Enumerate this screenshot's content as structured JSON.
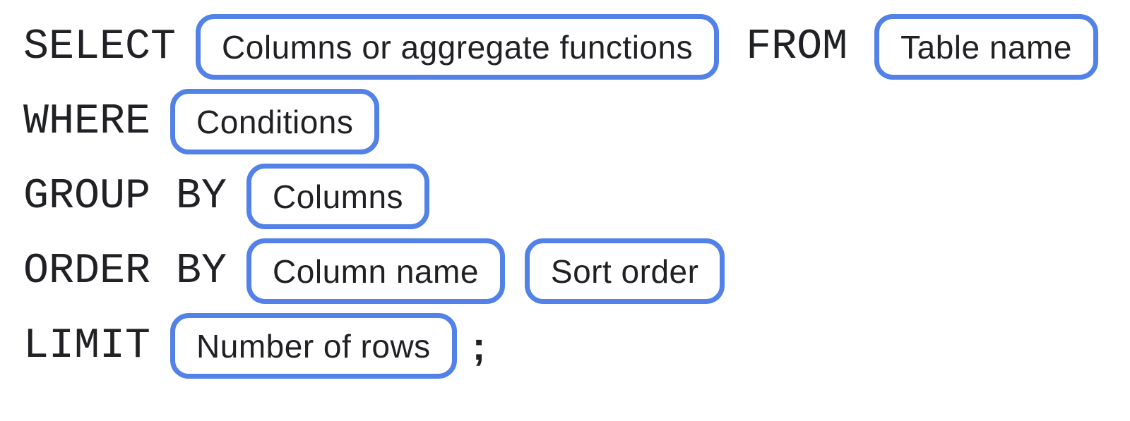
{
  "colors": {
    "box_border": "#5282e7",
    "text": "#202124",
    "background": "#ffffff"
  },
  "diagram": {
    "rows": [
      {
        "segments": [
          {
            "type": "keyword",
            "text": "SELECT"
          },
          {
            "type": "box",
            "text": "Columns or aggregate functions"
          },
          {
            "type": "keyword",
            "text": "FROM"
          },
          {
            "type": "box",
            "text": "Table name"
          }
        ]
      },
      {
        "segments": [
          {
            "type": "keyword",
            "text": "WHERE"
          },
          {
            "type": "box",
            "text": "Conditions"
          }
        ]
      },
      {
        "segments": [
          {
            "type": "keyword",
            "text": "GROUP BY"
          },
          {
            "type": "box",
            "text": "Columns"
          }
        ]
      },
      {
        "segments": [
          {
            "type": "keyword",
            "text": "ORDER BY"
          },
          {
            "type": "box",
            "text": "Column name"
          },
          {
            "type": "box",
            "text": "Sort order"
          }
        ]
      },
      {
        "segments": [
          {
            "type": "keyword",
            "text": "LIMIT"
          },
          {
            "type": "box",
            "text": "Number of rows"
          },
          {
            "type": "punctuation",
            "text": ";"
          }
        ]
      }
    ]
  }
}
